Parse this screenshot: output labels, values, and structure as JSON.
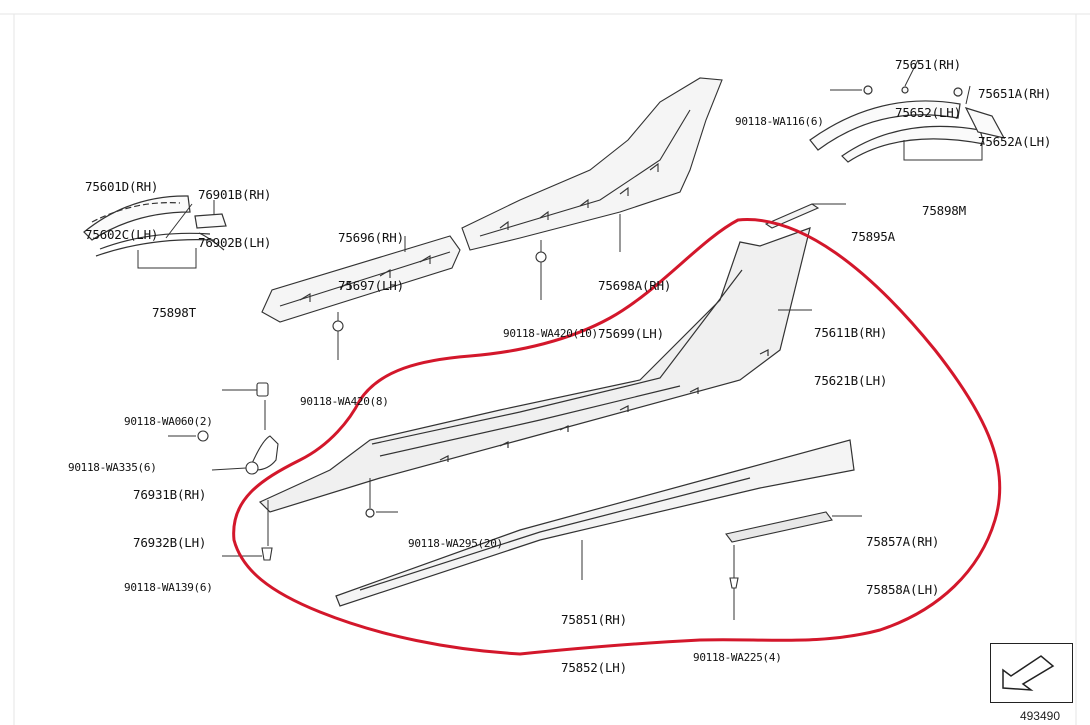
{
  "diagram": {
    "number": "493490",
    "highlight_color": "#d3172b",
    "label_tint": "#f2c6cc",
    "labels": {
      "l_75601D": "75601D(RH)",
      "l_75602C": "75602C(LH)",
      "l_76901B": "76901B(RH)",
      "l_76902B": "76902B(LH)",
      "l_75898T": "75898T",
      "l_75696": "75696(RH)",
      "l_75697": "75697(LH)",
      "l_90118_WA420_8": "90118-WA420(8)",
      "l_90118_WA420_10": "90118-WA420(10)",
      "l_75698A": "75698A(RH)",
      "l_75699": "75699(LH)",
      "l_90118_WA116": "90118-WA116(6)",
      "l_75651": "75651(RH)",
      "l_75652": "75652(LH)",
      "l_75651A": "75651A(RH)",
      "l_75652A": "75652A(LH)",
      "l_75898M": "75898M",
      "l_75895A": "75895A",
      "l_75611B": "75611B(RH)",
      "l_75621B": "75621B(LH)",
      "l_90118_WA060": "90118-WA060(2)",
      "l_90118_WA335": "90118-WA335(6)",
      "l_76931B": "76931B(RH)",
      "l_76932B": "76932B(LH)",
      "l_90118_WA295": "90118-WA295(20)",
      "l_90118_WA139": "90118-WA139(6)",
      "l_75857A": "75857A(RH)",
      "l_75858A": "75858A(LH)",
      "l_75851": "75851(RH)",
      "l_75852": "75852(LH)",
      "l_90118_WA225": "90118-WA225(4)"
    }
  }
}
